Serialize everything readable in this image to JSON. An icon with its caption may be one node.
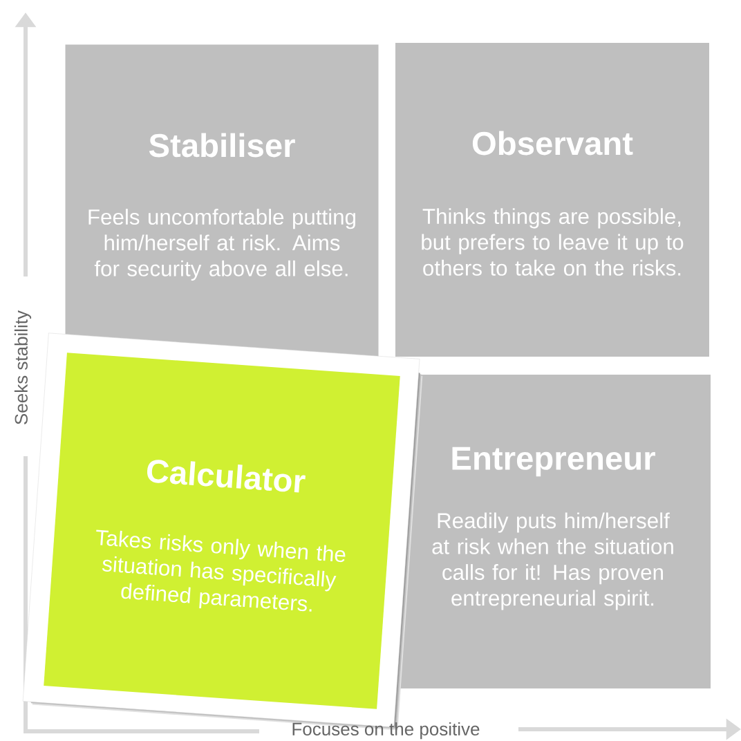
{
  "diagram": {
    "nodes": [
      {
        "text": [
          "Stabiliser",
          "Feels uncomfortable putting him/herself at risk. Aims for security above all else."
        ]
      },
      {
        "text": [
          "Observant",
          "Thinks things are possible, but prefers to leave it up to others to take on the risks."
        ]
      },
      {
        "text": [
          "Calculator",
          "Takes risks only when the situation has specifically defined parameters."
        ]
      },
      {
        "text": [
          "Entrepreneur",
          "Readily puts him/herself at risk when the situation calls for it! Has proven entrepreneurial spirit."
        ]
      }
    ],
    "labels": [
      "Seeks stability",
      "Focuses on the positive"
    ]
  }
}
